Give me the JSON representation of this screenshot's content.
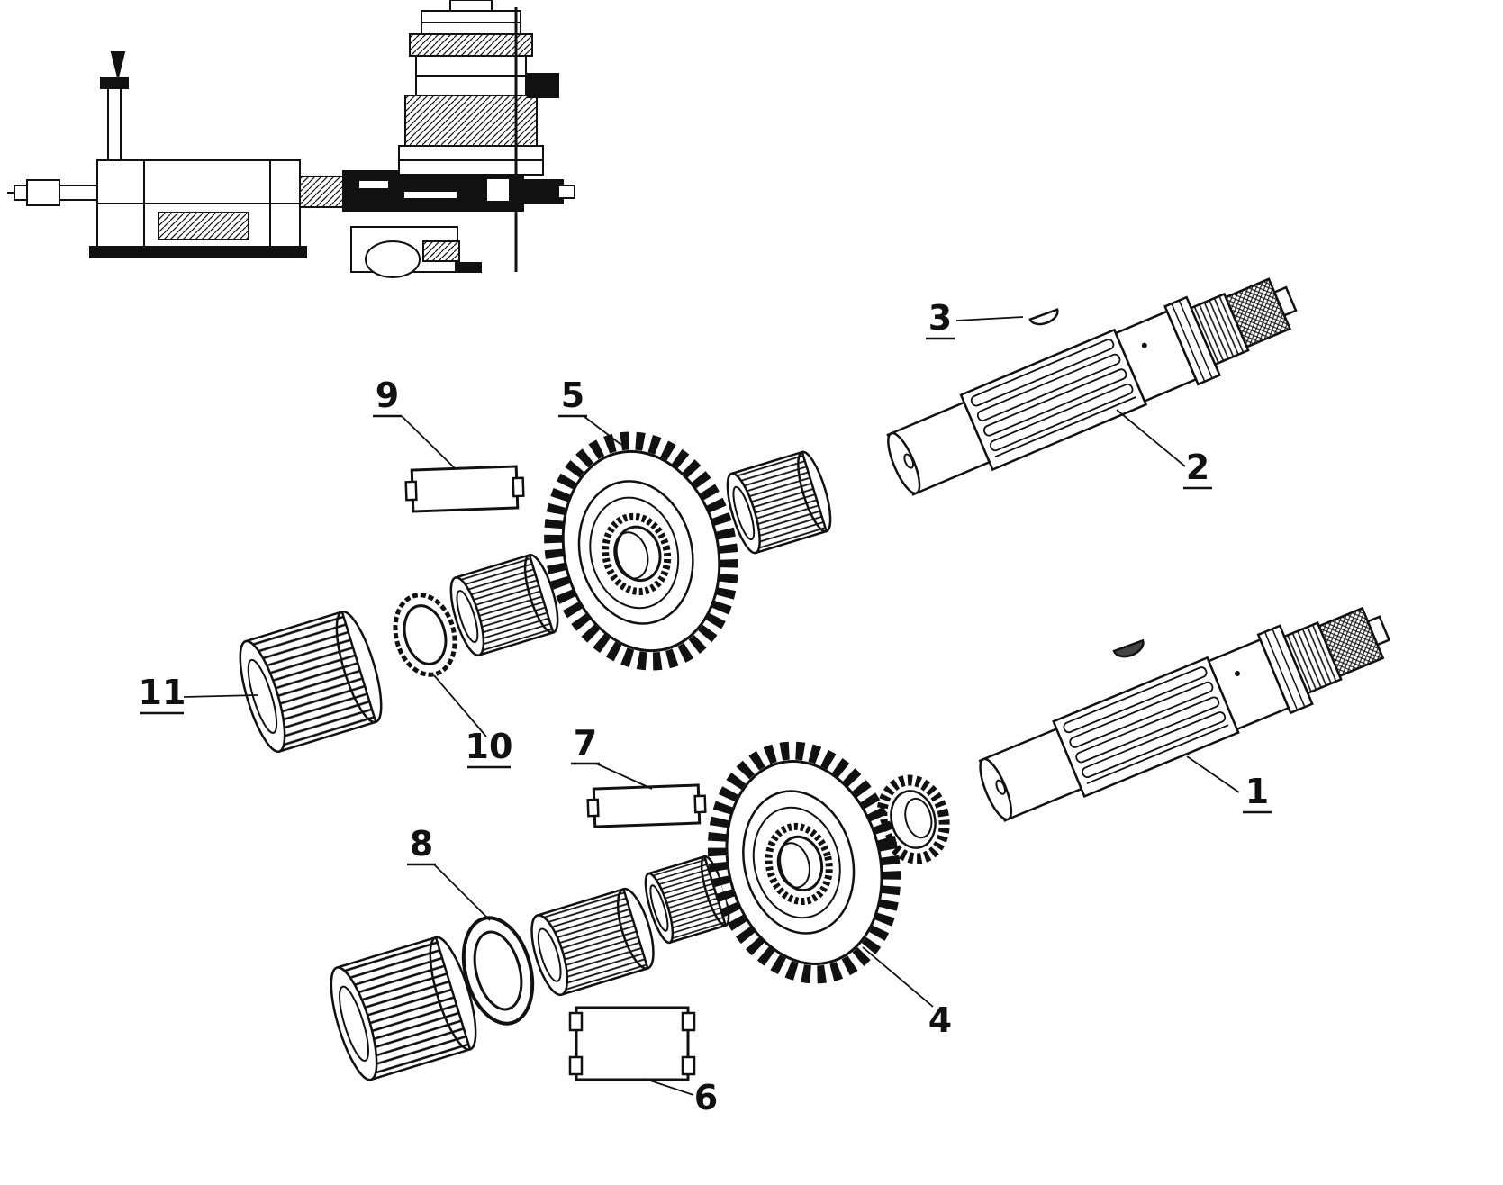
{
  "colors": {
    "ink": "#111111",
    "paper": "#ffffff"
  },
  "diagram": {
    "description_visible_text_only": true,
    "callouts": [
      "1",
      "2",
      "3",
      "4",
      "5",
      "6",
      "7",
      "8",
      "9",
      "10",
      "11"
    ]
  }
}
